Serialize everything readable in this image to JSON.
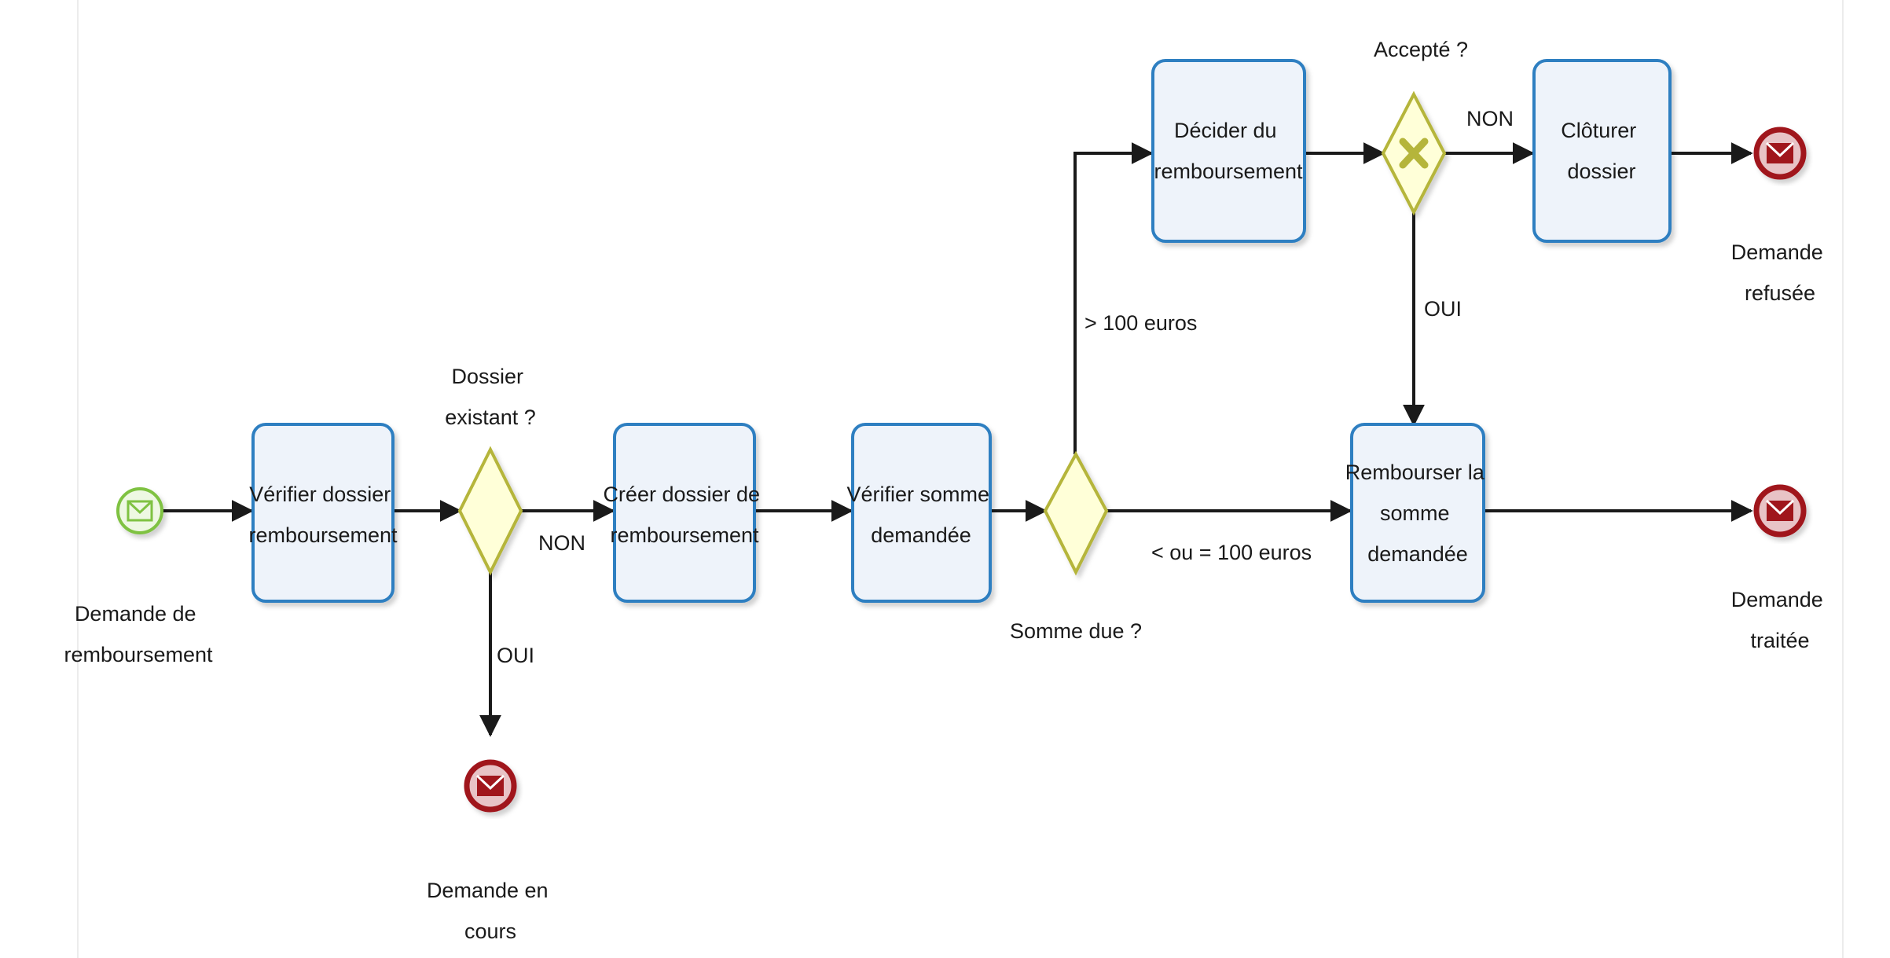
{
  "tasks": {
    "verifier_dossier": [
      "Vérifier dossier",
      "remboursement"
    ],
    "creer_dossier": [
      "Créer dossier de",
      "remboursement"
    ],
    "verifier_somme": [
      "Vérifier somme",
      "demandée"
    ],
    "decider": [
      "Décider du",
      "remboursement"
    ],
    "cloturer": [
      "Clôturer",
      "dossier"
    ],
    "rembourser": [
      "Rembourser la",
      "somme",
      "demandée"
    ]
  },
  "gateways": {
    "dossier_existant": [
      "Dossier",
      "existant ?"
    ],
    "somme_due": [
      "Somme due ?"
    ],
    "accepte": [
      "Accepté ?"
    ]
  },
  "events": {
    "start": [
      "Demande de",
      "remboursement"
    ],
    "end_en_cours": [
      "Demande en",
      "cours"
    ],
    "end_refusee": [
      "Demande",
      "refusée"
    ],
    "end_traitee": [
      "Demande",
      "traitée"
    ]
  },
  "flow_labels": {
    "non_1": "NON",
    "oui_1": "OUI",
    "gt_100": "> 100 euros",
    "le_100": "< ou = 100 euros",
    "non_2": "NON",
    "oui_2": "OUI"
  },
  "colors": {
    "task_border": "#2f7fc1",
    "task_fill": "#eef3fa",
    "gateway_border": "#b5b53a",
    "gateway_fill": "#ffffd8",
    "start_border": "#7fc242",
    "start_fill": "#eef8e3",
    "end_border": "#a0121b",
    "end_fill": "#e8c3c6",
    "arrow": "#1a1a1a"
  },
  "icons": {
    "start": "envelope-icon",
    "end": "envelope-filled-icon",
    "exclusive": "x-mark-icon"
  }
}
